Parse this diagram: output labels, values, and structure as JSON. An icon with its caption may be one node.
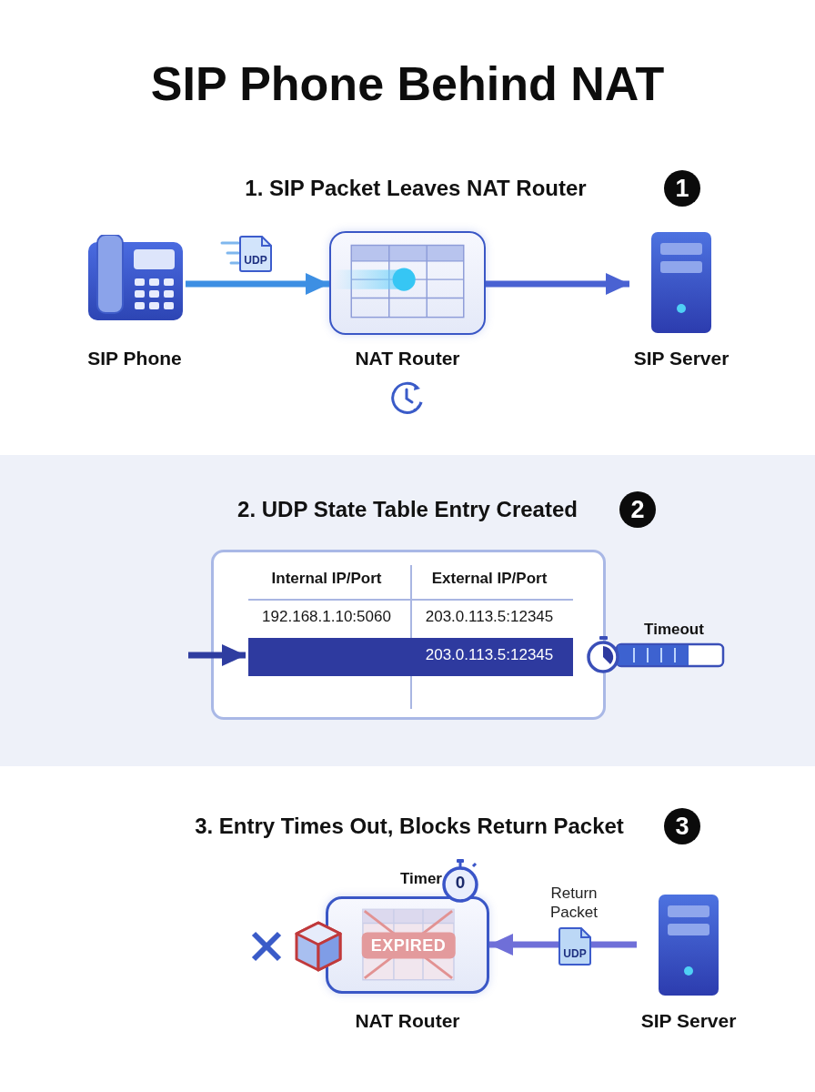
{
  "diagram": {
    "title": "SIP Phone Behind NAT",
    "nodes": [
      {
        "text": [
          "SIP Phone"
        ]
      },
      {
        "text": [
          "NAT Router"
        ]
      },
      {
        "text": [
          "SIP Server"
        ]
      },
      {
        "text": [],
        "shape": "box"
      },
      {
        "text": [],
        "shape": "bar",
        "in": 3
      },
      {
        "text": [
          "NAT Router"
        ]
      },
      {
        "text": [
          "SIP Server"
        ]
      }
    ],
    "edges": [
      {
        "from": 0,
        "to": 1,
        "arrow": "to",
        "color": "#3d8fe3"
      },
      {
        "from": 1,
        "to": 2,
        "arrow": "to"
      },
      {
        "from": null,
        "to": 4,
        "arrow": "to",
        "color": "#2f3da0"
      },
      {
        "from": 6,
        "to": 5,
        "arrow": "to",
        "label": "Return Packet",
        "color": "#6f6fd8"
      }
    ],
    "labels": [
      "1. SIP Packet Leaves NAT Router",
      "1",
      "UDP",
      "2. UDP State Table Entry Created",
      "2",
      "Internal IP/Port",
      "External IP/Port",
      "192.168.1.10:5060",
      "203.0.113.5:12345",
      "203.0.113.5:12345",
      "Timeout",
      "3. Entry Times Out, Blocks Return Packet",
      "3",
      "Timer",
      "0",
      "EXPIRED",
      "UDP"
    ]
  }
}
